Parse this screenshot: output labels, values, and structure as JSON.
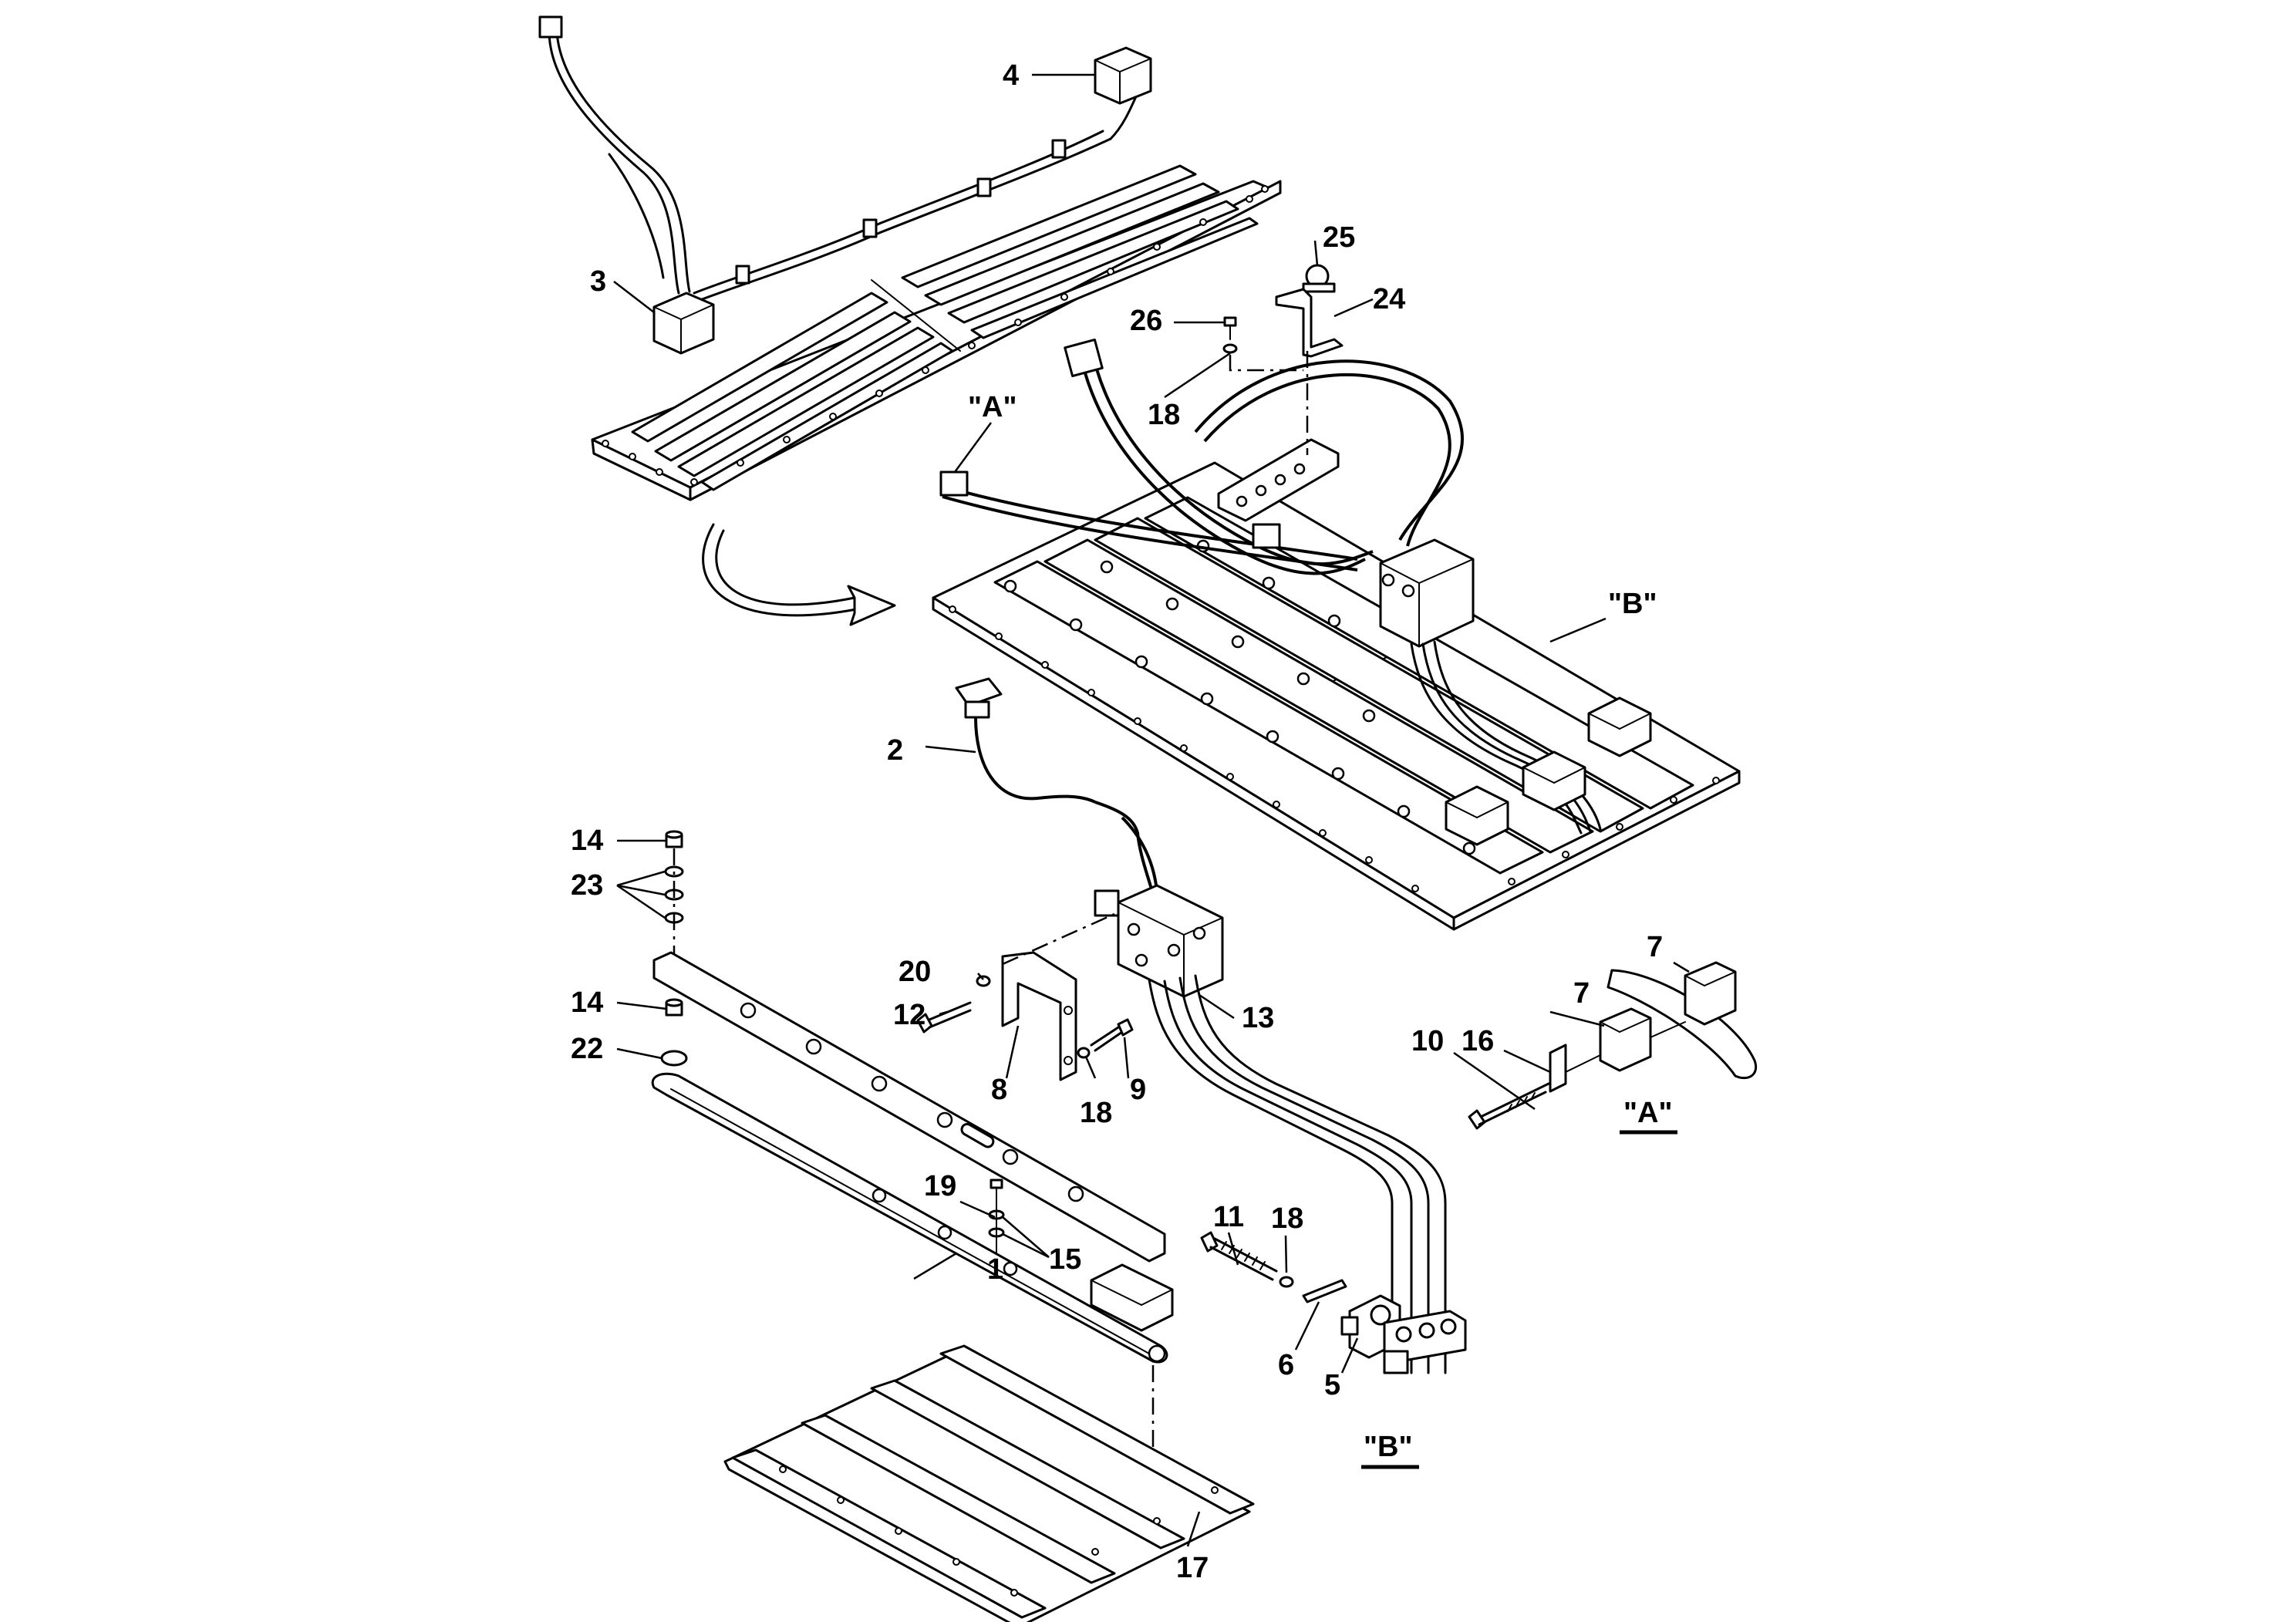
{
  "callouts": {
    "c1": "1",
    "c2": "2",
    "c3": "3",
    "c4": "4",
    "c5": "5",
    "c6": "6",
    "c7a": "7",
    "c7b": "7",
    "c8": "8",
    "c9": "9",
    "c10": "10",
    "c11": "11",
    "c12": "12",
    "c13": "13",
    "c14a": "14",
    "c14b": "14",
    "c15": "15",
    "c16": "16",
    "c17": "17",
    "c18a": "18",
    "c18b": "18",
    "c18c": "18",
    "c19": "19",
    "c20": "20",
    "c22": "22",
    "c23": "23",
    "c24": "24",
    "c25": "25",
    "c26": "26"
  },
  "views": {
    "a_leader": "\"A\"",
    "b_leader": "\"B\"",
    "a_detail": "\"A\"",
    "b_detail": "\"B\""
  }
}
